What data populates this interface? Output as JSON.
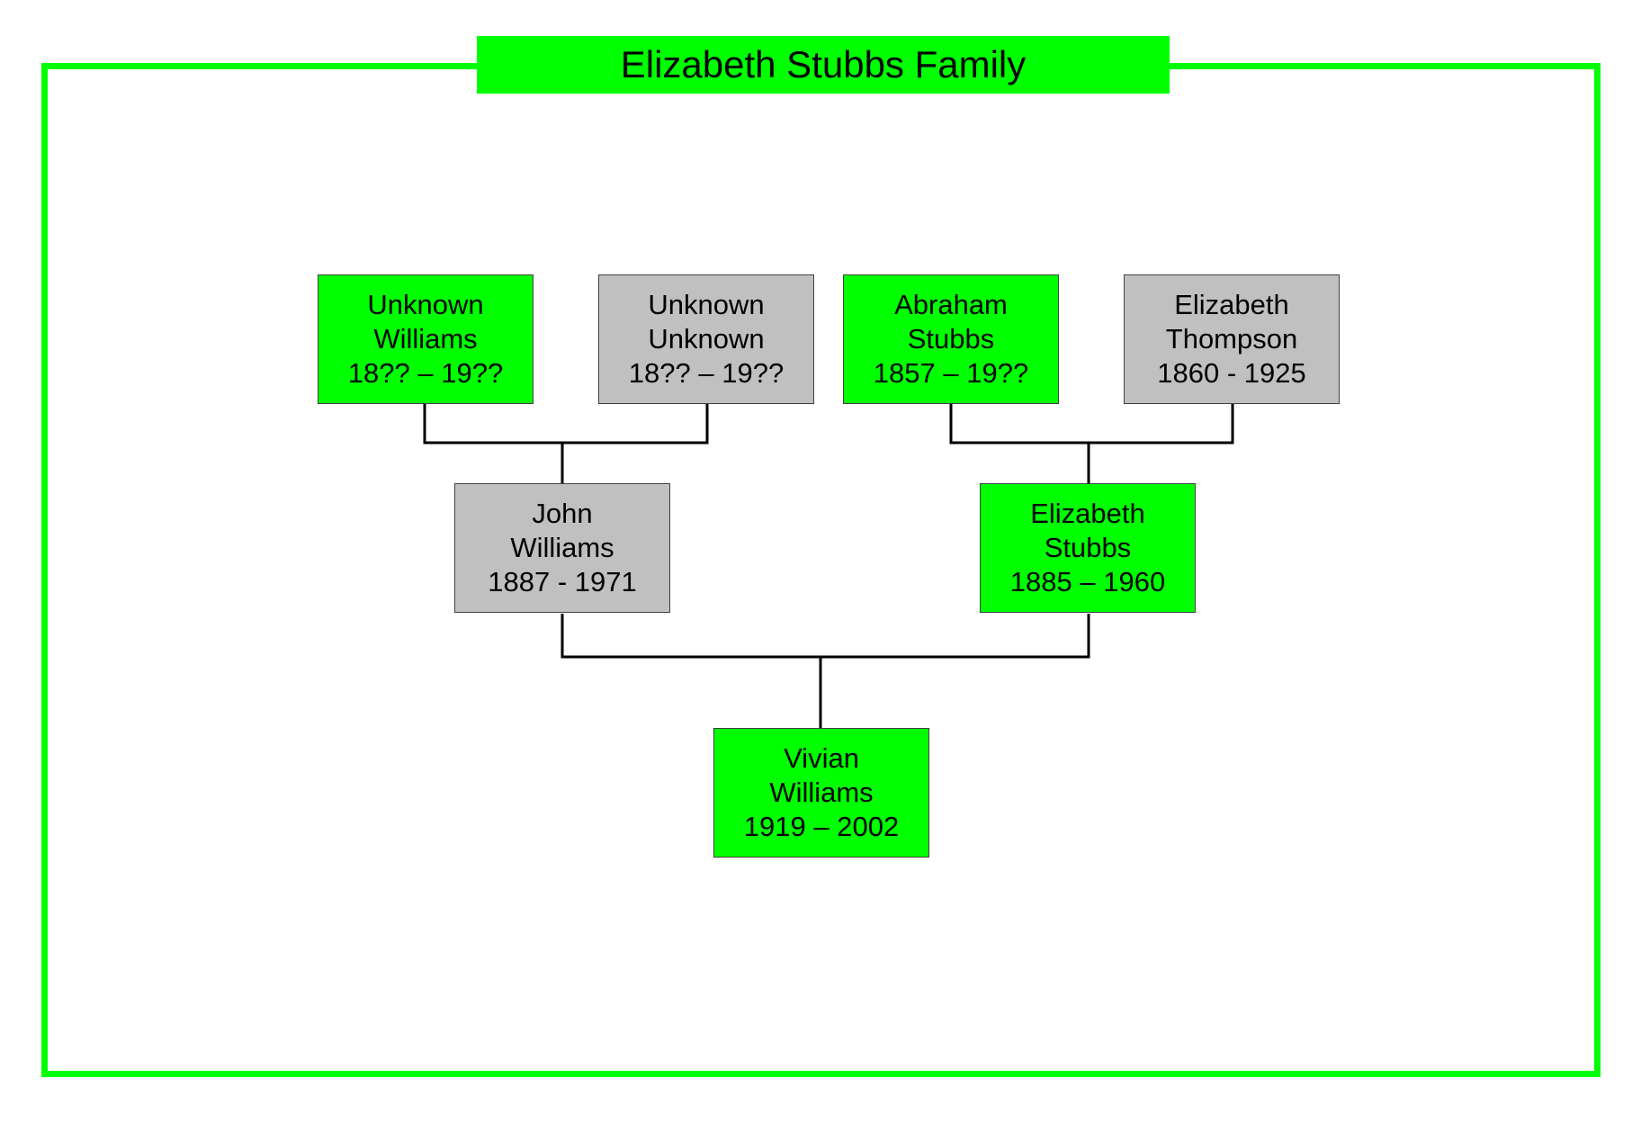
{
  "title": "Elizabeth Stubbs Family",
  "colors": {
    "accent_green": "#00FF00",
    "box_gray": "#C0C0C0",
    "connector": "#000000"
  },
  "people": {
    "unknown_williams": {
      "first": "Unknown",
      "last": "Williams",
      "dates": "18?? – 19??"
    },
    "unknown_unknown": {
      "first": "Unknown",
      "last": "Unknown",
      "dates": "18?? – 19??"
    },
    "abraham_stubbs": {
      "first": "Abraham",
      "last": "Stubbs",
      "dates": "1857 – 19??"
    },
    "elizabeth_thompson": {
      "first": "Elizabeth",
      "last": "Thompson",
      "dates": "1860 - 1925"
    },
    "john_williams": {
      "first": "John",
      "last": "Williams",
      "dates": "1887 - 1971"
    },
    "elizabeth_stubbs": {
      "first": "Elizabeth",
      "last": "Stubbs",
      "dates": "1885 – 1960"
    },
    "vivian_williams": {
      "first": "Vivian",
      "last": "Williams",
      "dates": "1919 – 2002"
    }
  }
}
